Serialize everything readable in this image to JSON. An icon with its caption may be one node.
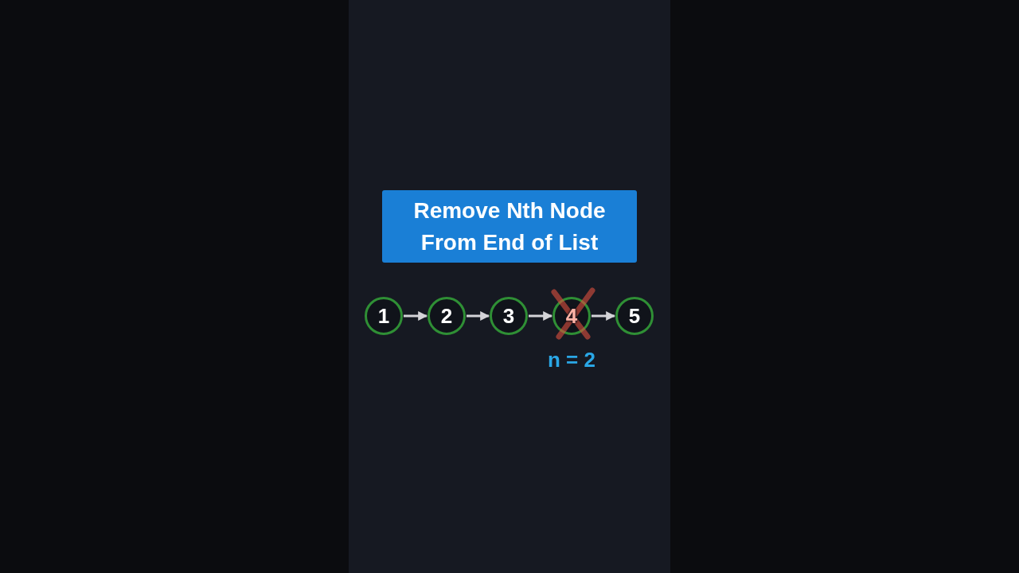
{
  "diagram": {
    "title": "Remove Nth Node From End of List",
    "nodes": [
      {
        "text": [
          "1"
        ]
      },
      {
        "text": [
          "2"
        ]
      },
      {
        "text": [
          "3"
        ]
      },
      {
        "text": [
          "4"
        ]
      },
      {
        "text": [
          "5"
        ]
      }
    ],
    "edges": [
      {
        "from": 0,
        "to": 1,
        "arrow": "to"
      },
      {
        "from": 1,
        "to": 2,
        "arrow": "to"
      },
      {
        "from": 2,
        "to": 3,
        "arrow": "to"
      },
      {
        "from": 3,
        "to": 4,
        "arrow": "to"
      }
    ],
    "labels": [
      "n = 2"
    ]
  }
}
